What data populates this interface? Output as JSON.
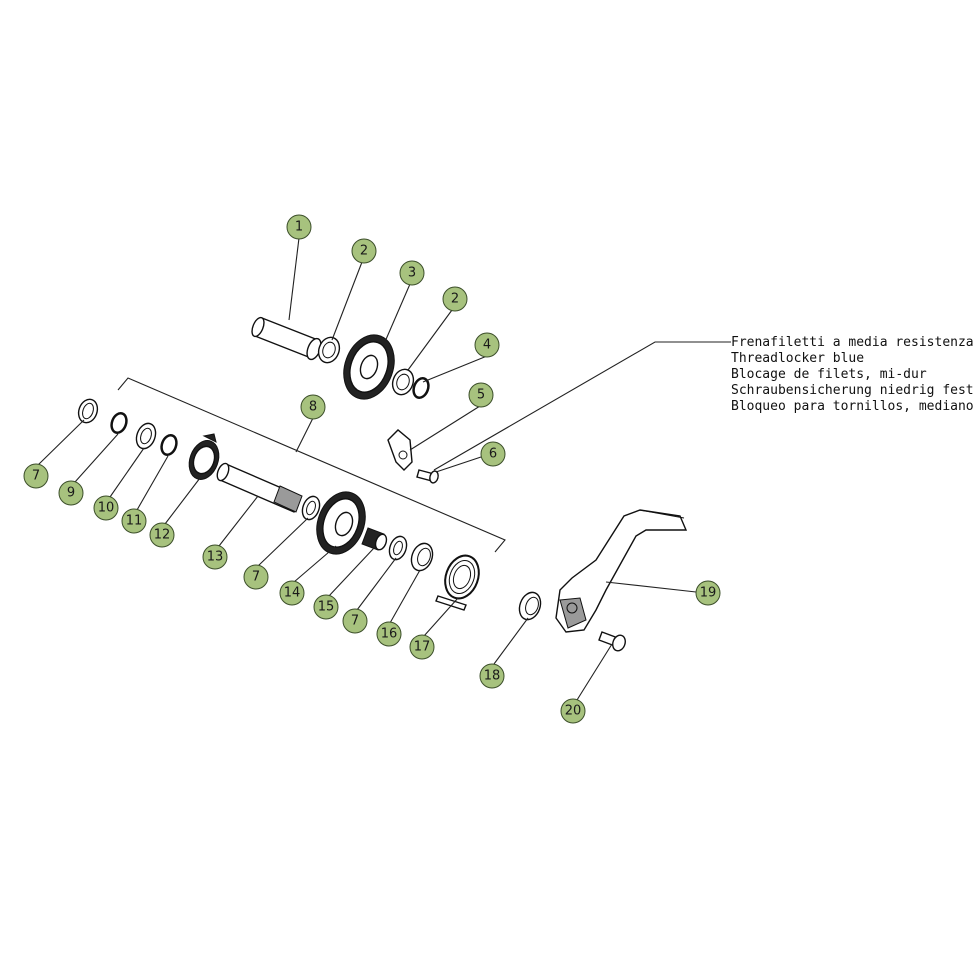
{
  "note_lines": [
    "Frenafiletti a media resistenza",
    "Threadlocker blue",
    "Blocage de filets, mi-dur",
    "Schraubensicherung niedrig fest",
    "Bloqueo para tornillos, mediano"
  ],
  "callouts": [
    {
      "label": "1"
    },
    {
      "label": "2"
    },
    {
      "label": "3"
    },
    {
      "label": "2"
    },
    {
      "label": "4"
    },
    {
      "label": "5"
    },
    {
      "label": "6"
    },
    {
      "label": "8"
    },
    {
      "label": "7"
    },
    {
      "label": "9"
    },
    {
      "label": "10"
    },
    {
      "label": "11"
    },
    {
      "label": "12"
    },
    {
      "label": "13"
    },
    {
      "label": "7"
    },
    {
      "label": "14"
    },
    {
      "label": "15"
    },
    {
      "label": "7"
    },
    {
      "label": "16"
    },
    {
      "label": "17"
    },
    {
      "label": "18"
    },
    {
      "label": "19"
    },
    {
      "label": "20"
    }
  ],
  "colors": {
    "badge_fill": "#a7c27e",
    "badge_stroke": "#3c4f2a",
    "line": "#111111"
  }
}
